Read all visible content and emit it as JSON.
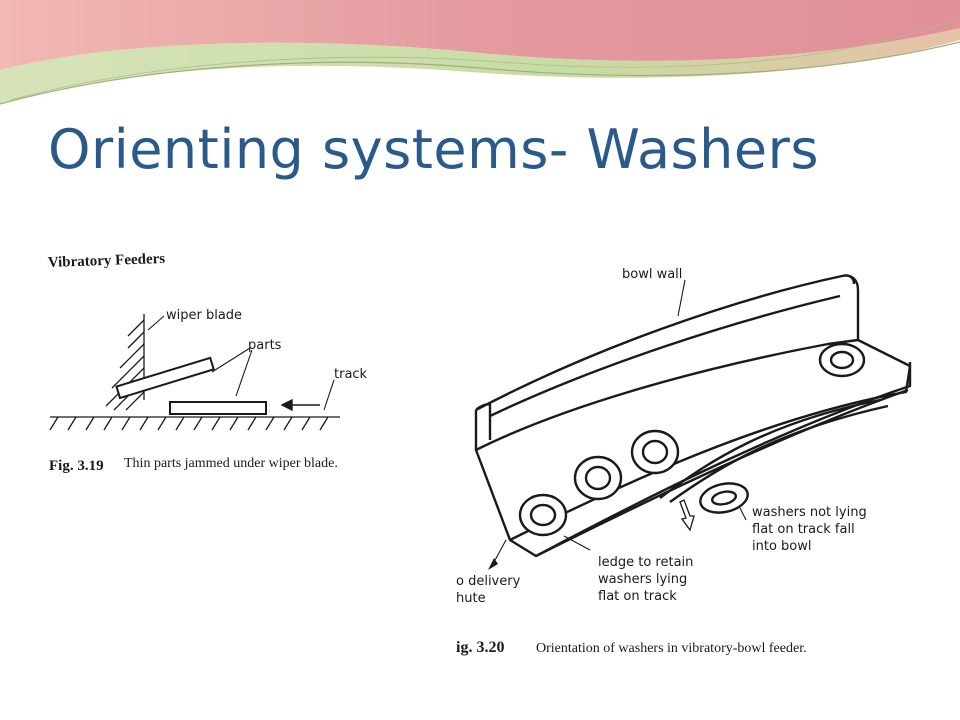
{
  "slide": {
    "title": "Orienting systems- Washers"
  },
  "figure_left": {
    "section_heading": "Vibratory Feeders",
    "labels": {
      "wiper_blade": "wiper blade",
      "parts": "parts",
      "track": "track"
    },
    "caption_number": "Fig. 3.19",
    "caption_text": "Thin parts jammed under wiper blade."
  },
  "figure_right": {
    "labels": {
      "bowl_wall": "bowl wall",
      "washers_not_flat_1": "washers not lying",
      "washers_not_flat_2": "flat on track fall",
      "washers_not_flat_3": "into bowl",
      "ledge_1": "ledge to retain",
      "ledge_2": "washers lying",
      "ledge_3": "flat on track",
      "delivery_1": "o delivery",
      "delivery_2": "hute"
    },
    "caption_number": "ig. 3.20",
    "caption_text": "Orientation of washers in vibratory-bowl feeder."
  },
  "colors": {
    "title": "#2a5a8c",
    "banner_pink": "#e79a9e",
    "banner_green": "#c6d9a2",
    "ink": "#1a1a1a"
  }
}
